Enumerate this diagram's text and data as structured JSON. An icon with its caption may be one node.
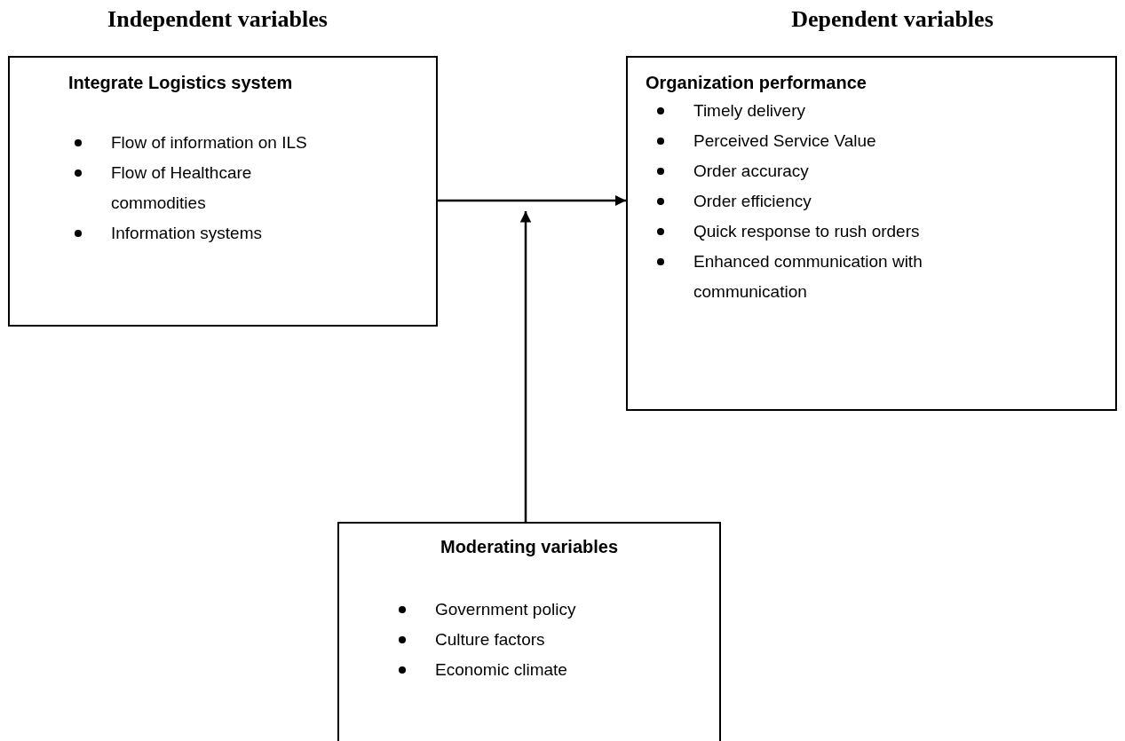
{
  "diagram": {
    "nodes": [
      {
        "text": [
          "Integrate Logistics system",
          "Flow of information on ILS",
          "Flow of Healthcare commodities",
          "Information systems"
        ]
      },
      {
        "text": [
          "Organization performance",
          "Timely delivery",
          "Perceived Service Value",
          "Order accuracy",
          "Order  efficiency",
          "Quick response to rush orders",
          "Enhanced communication with communication"
        ]
      },
      {
        "text": [
          "Moderating variables",
          "Government policy",
          "Culture factors",
          "Economic climate"
        ]
      }
    ],
    "edges": [
      {
        "from": 0,
        "to": 1,
        "arrow": "to"
      },
      {
        "from": 2,
        "to": null,
        "arrow": "to"
      }
    ],
    "labels": [
      "Independent variables",
      "Dependent variables"
    ]
  }
}
